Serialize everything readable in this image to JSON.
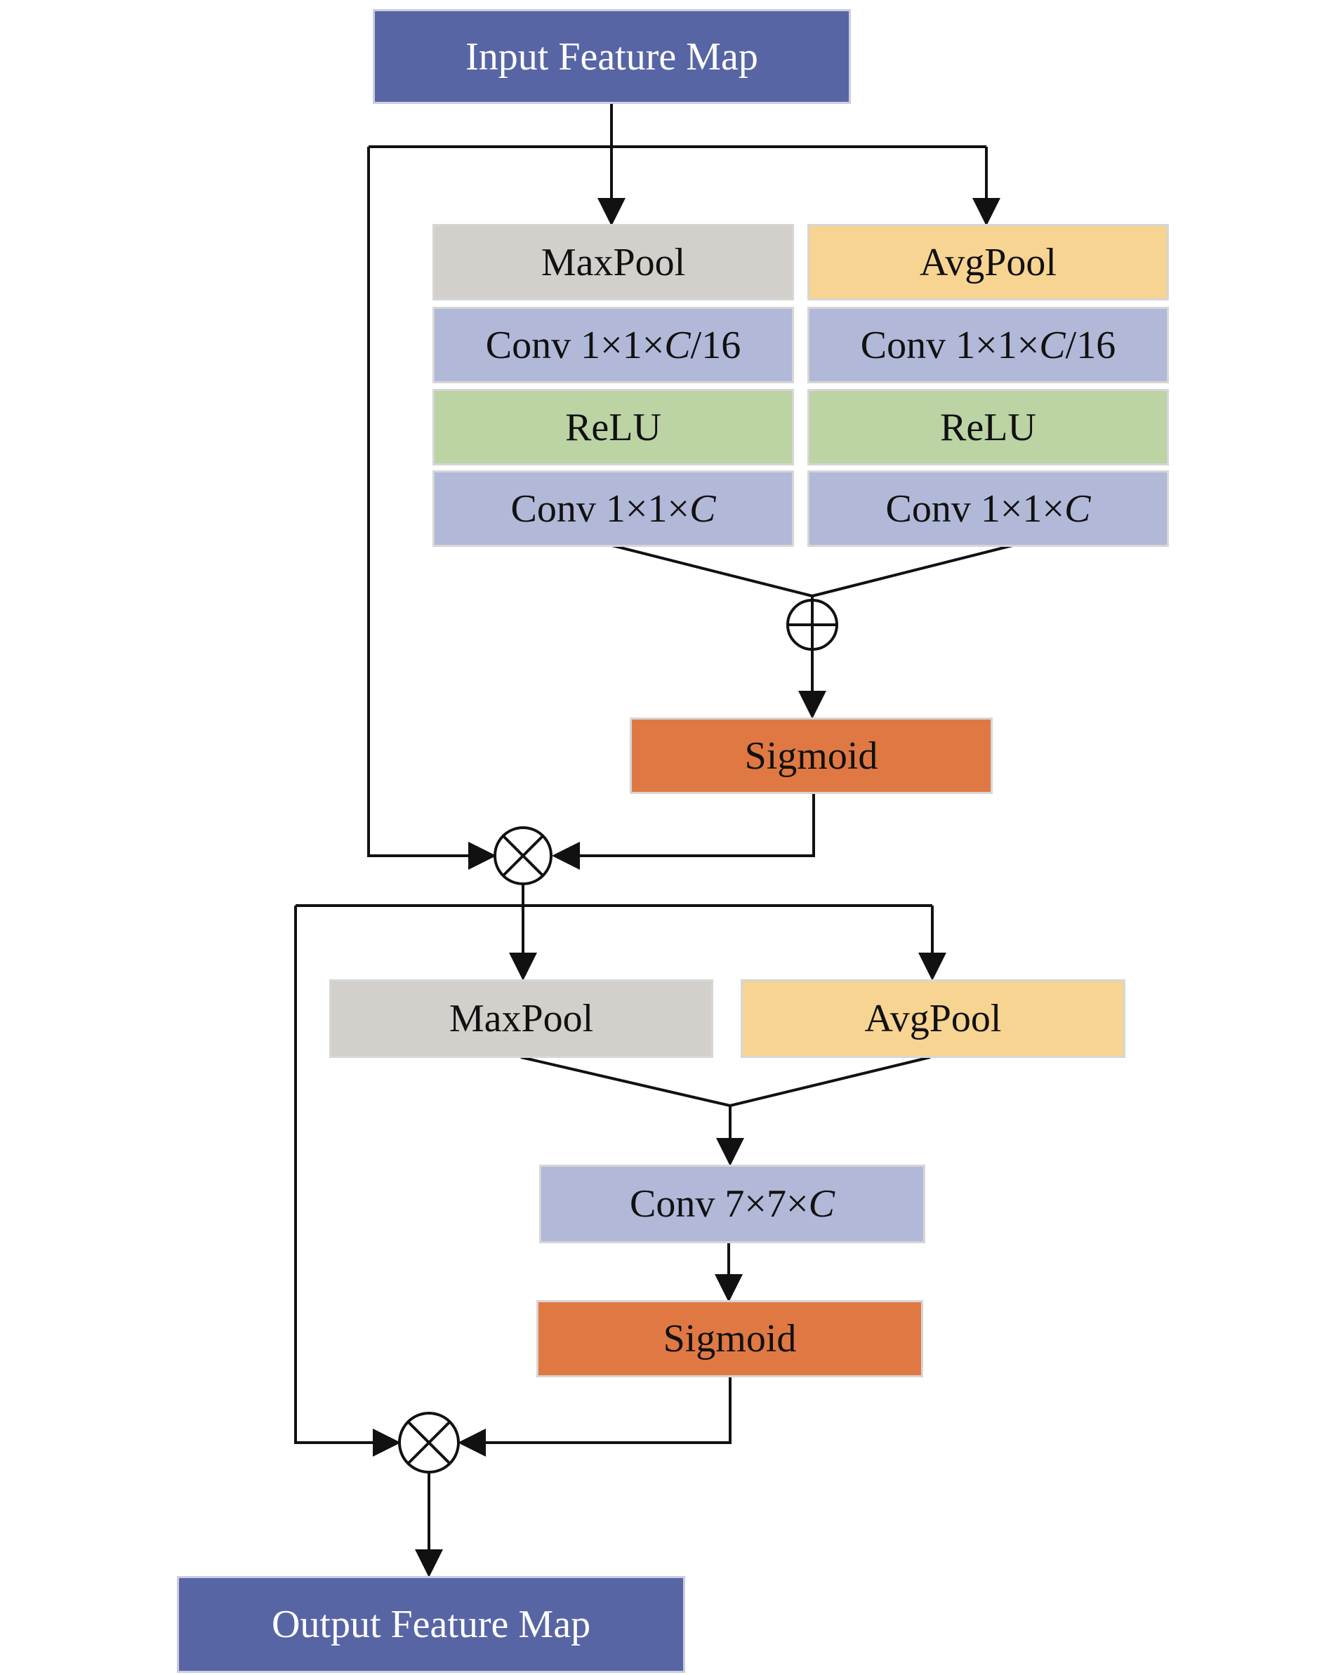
{
  "colors": {
    "io": "#5865a4",
    "maxpool": "#d3cfcb",
    "avgpool": "#f7d491",
    "conv": "#b1b8d8",
    "relu": "#bcd3a4",
    "sigmoid": "#e07843",
    "line": "#111111"
  },
  "labels": {
    "input": "Input Feature Map",
    "output": "Output Feature Map",
    "maxpool": "MaxPool",
    "avgpool": "AvgPool",
    "relu": "ReLU",
    "sigmoid": "Sigmoid",
    "conv_prefix": "Conv ",
    "conv_a_dims": "1×1×",
    "conv_a_var": "C",
    "conv_a_suffix": "/16",
    "conv_b_dims": "1×1×",
    "conv_b_var": "C",
    "conv_c_dims": "7×7×",
    "conv_c_var": "C"
  },
  "icons": {
    "add": "circled-plus-icon",
    "multiply": "circled-times-icon"
  }
}
